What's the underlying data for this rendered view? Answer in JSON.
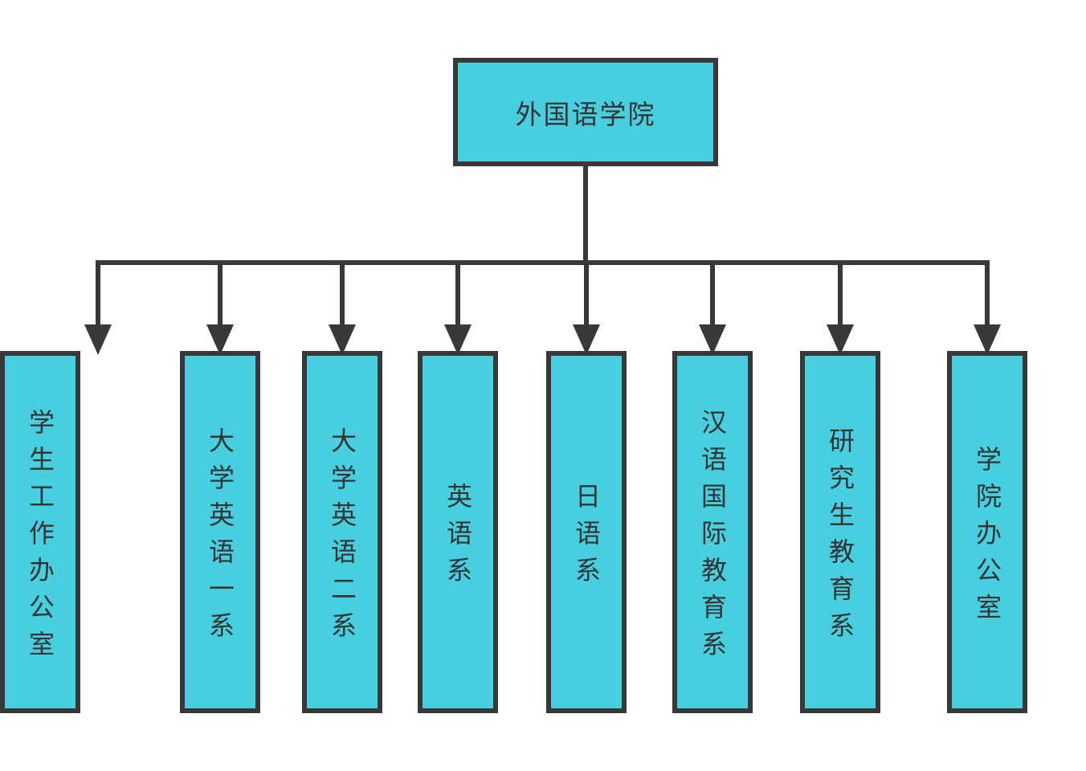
{
  "diagram": {
    "type": "org-chart",
    "root": {
      "label": "外国语学院"
    },
    "children": [
      {
        "label": "大学英语一系"
      },
      {
        "label": "大学英语二系"
      },
      {
        "label": "英语系"
      },
      {
        "label": "日语系"
      },
      {
        "label": "汉语国际教育系"
      },
      {
        "label": "研究生教育系"
      },
      {
        "label": "学院办公室"
      },
      {
        "label": "学生工作办公室"
      }
    ],
    "colors": {
      "node_fill": "#48cfdf",
      "node_border": "#383838",
      "connector": "#383838",
      "text": "#333333",
      "background": "#ffffff"
    }
  }
}
